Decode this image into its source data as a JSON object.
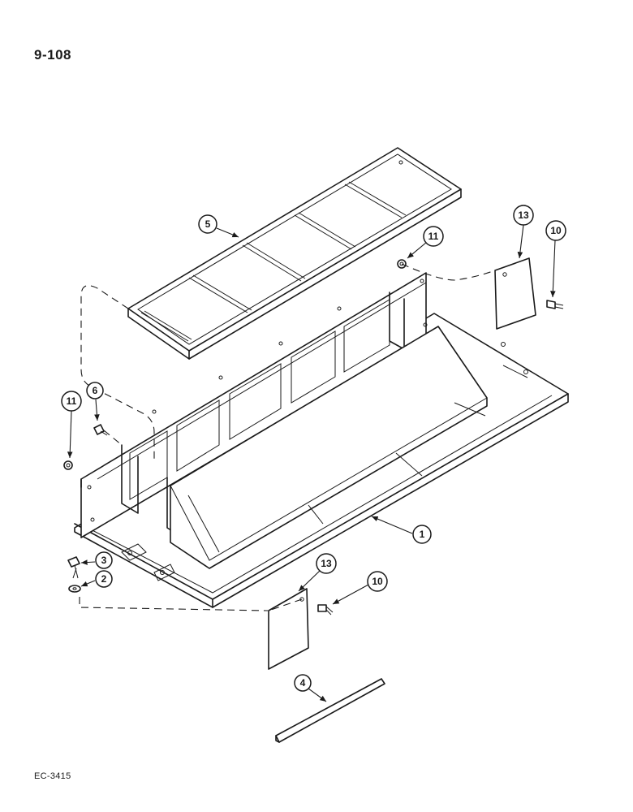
{
  "page_number": "9-108",
  "figure_code": "EC-3415",
  "callouts": {
    "c1": "1",
    "c2": "2",
    "c3": "3",
    "c4": "4",
    "c5": "5",
    "c6": "6",
    "c10a": "10",
    "c10b": "10",
    "c11a": "11",
    "c11b": "11",
    "c13a": "13",
    "c13b": "13"
  }
}
